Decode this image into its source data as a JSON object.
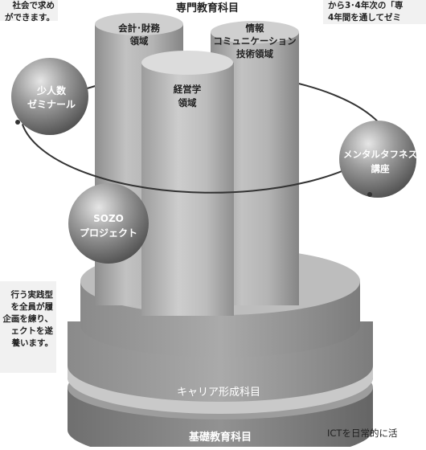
{
  "header": {
    "specialty_title": "専門教育科目"
  },
  "pillars": {
    "accounting": [
      "会計･財務",
      "領域"
    ],
    "info": [
      "情報",
      "コミュニケーション",
      "技術領域"
    ],
    "management": [
      "経営学",
      "領域"
    ]
  },
  "spheres": {
    "seminar": [
      "少人数",
      "ゼミナール"
    ],
    "mental": [
      "メンタルタフネス",
      "講座"
    ],
    "sozo": [
      "SOZO",
      "プロジェクト"
    ]
  },
  "base": {
    "career": "キャリア形成科目",
    "foundation": "基礎教育科目"
  },
  "notes": {
    "top_left": [
      "社会で求め",
      "ができます。"
    ],
    "top_right": [
      "から3･4年次の「専",
      "4年間を通してゼミ"
    ],
    "bottom_left": [
      "行う実践型",
      "を全員が履",
      "企画を練り、",
      "ェクトを遂",
      "養います。"
    ],
    "bottom_right": "ICTを日常的に活"
  },
  "colors": {
    "pillar": "#a8a8a8",
    "sphere": "#8c8c8c",
    "base_top": "#bcbcbc",
    "career_band": "#9a9a9a",
    "foundation_band": "#858585",
    "note_bg": "#f1f1f1"
  }
}
